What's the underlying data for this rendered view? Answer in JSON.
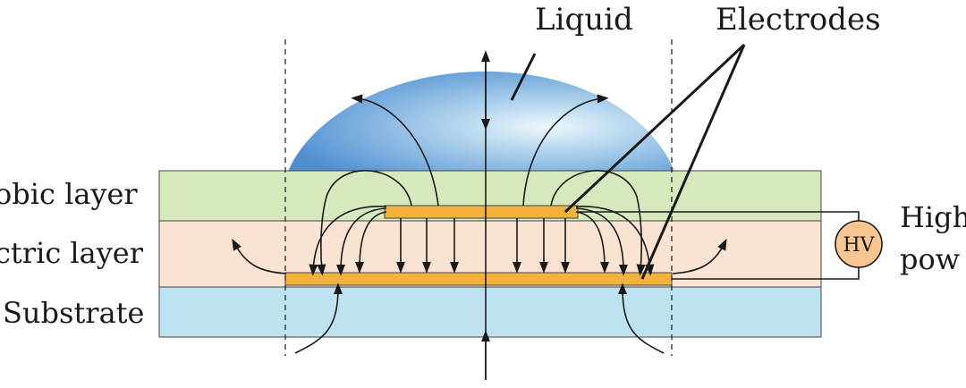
{
  "labels": {
    "liquid": "Liquid",
    "electrodes": "Electrodes",
    "hydrophobic_layer": "obic layer",
    "dielectric_layer": "ctric layer",
    "substrate": "Substrate",
    "hv": "HV",
    "power_line1": "High",
    "power_line2": "pow"
  },
  "colors": {
    "hydrophobic": "#d6e9bd",
    "dielectric": "#fae3d3",
    "substrate": "#bde2f0",
    "electrode": "#f3b23c",
    "liquid_edge": "#4f8fd1",
    "liquid_center": "#e7f3fb",
    "hv_fill": "#f7c691",
    "line": "#1a1a1a"
  }
}
